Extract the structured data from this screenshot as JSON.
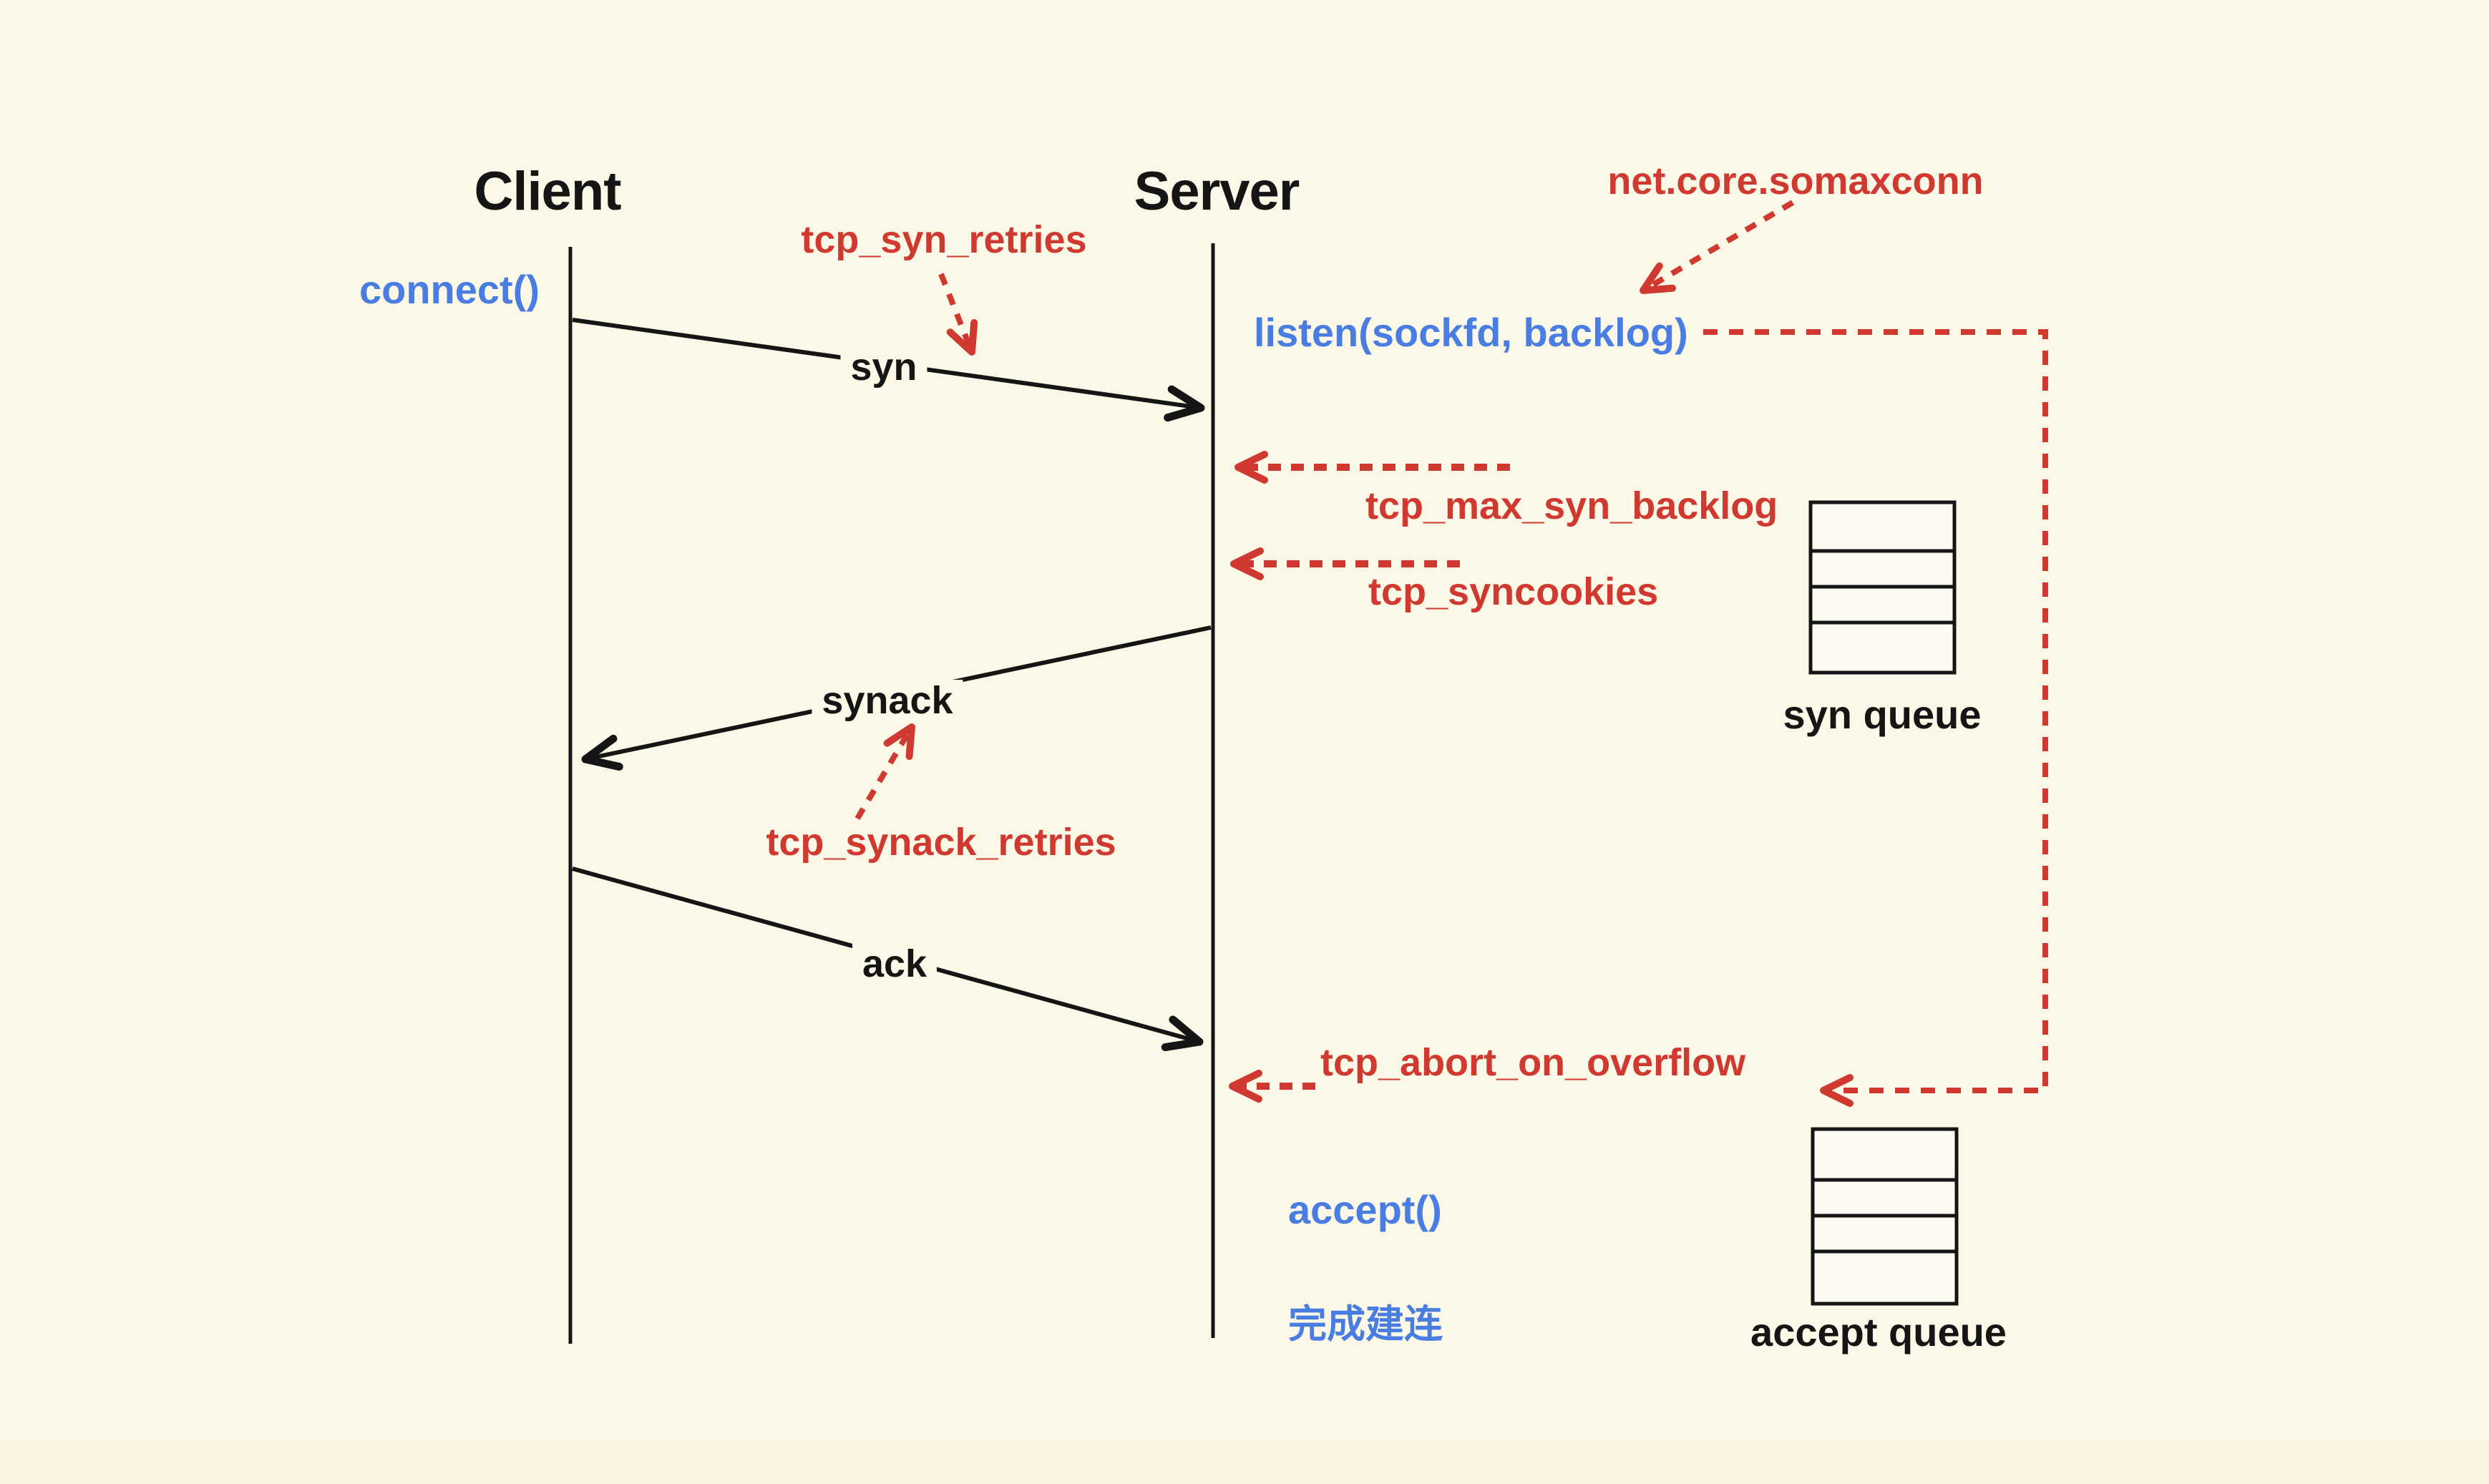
{
  "colors": {
    "background": "#FCF8E7",
    "red": "#D0392F",
    "blue": "#4A7DE2",
    "ink": "#151515"
  },
  "labels": {
    "client": "Client",
    "server": "Server"
  },
  "syscalls": {
    "connect": "connect()",
    "listen": "listen(sockfd, backlog)",
    "accept": "accept()",
    "established": "完成建连"
  },
  "messages": {
    "syn": "syn",
    "synack": "synack",
    "ack": "ack"
  },
  "kernel_params": {
    "tcp_syn_retries": "tcp_syn_retries",
    "somaxconn": "net.core.somaxconn",
    "tcp_max_syn_backlog": "tcp_max_syn_backlog",
    "tcp_syncookies": "tcp_syncookies",
    "tcp_synack_retries": "tcp_synack_retries",
    "tcp_abort_on_overflow": "tcp_abort_on_overflow"
  },
  "queues": {
    "syn_queue": {
      "label": "syn queue",
      "rows": 4
    },
    "accept_queue": {
      "label": "accept queue",
      "rows": 4
    }
  }
}
